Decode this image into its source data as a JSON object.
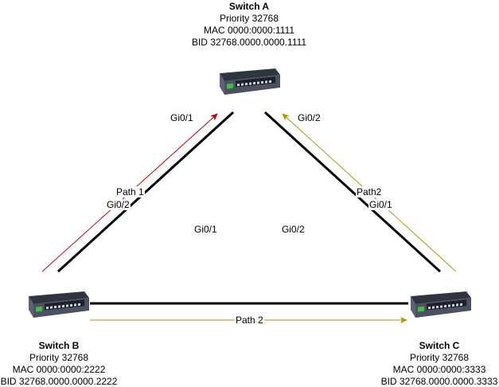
{
  "switches": {
    "a": {
      "name": "Switch A",
      "priority": "Priority 32768",
      "mac": "MAC 0000:0000:1111",
      "bid": "BID 32768.0000.0000.1111"
    },
    "b": {
      "name": "Switch B",
      "priority": "Priority 32768",
      "mac": "MAC 0000:0000:2222",
      "bid": "BID 32768.0000.0000.2222"
    },
    "c": {
      "name": "Switch C",
      "priority": "Priority 32768",
      "mac": "MAC 0000:0000:3333",
      "bid": "BID 32768.0000.0000.3333"
    }
  },
  "ports": {
    "a_gi01": "Gi0/1",
    "a_gi02": "Gi0/2",
    "b_gi02": "Gi0/2",
    "b_gi01": "Gi0/1",
    "c_gi01": "Gi0/1",
    "c_gi02": "Gi0/2"
  },
  "paths": {
    "path1": "Path 1",
    "path2_right": "Path2",
    "path2_bottom": "Path 2"
  },
  "colors": {
    "link": "#000000",
    "path1": "#c00000",
    "path2": "#b39500",
    "switch_body": "#4a5160",
    "switch_top": "#2f3441",
    "port_green": "#3fbf3f"
  },
  "icons": {
    "switch": "network-switch-icon"
  }
}
